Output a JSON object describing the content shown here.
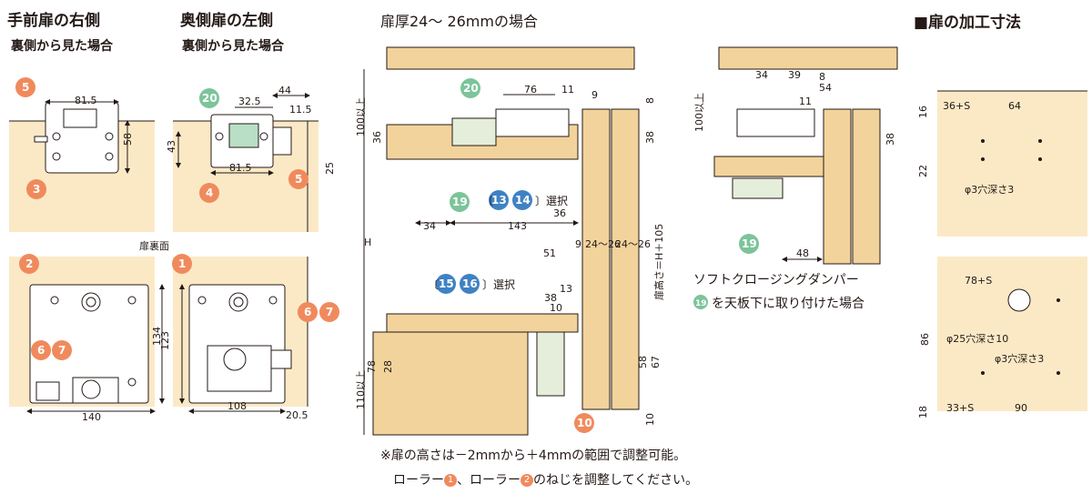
{
  "headings": {
    "front_right": "手前扉の右側",
    "front_right_sub": "裏側から見た場合",
    "back_left": "奥側扉の左側",
    "back_left_sub": "裏側から見た場合",
    "thickness": "扉厚24～ 26mmの場合",
    "processing": "■扉の加工寸法"
  },
  "labels": {
    "door_back": "扉裏面",
    "select_13_14": "選択",
    "select_15_16": "選択",
    "soft_close_1": "ソフトクロージングダンパー",
    "soft_close_2": "を天板下に取り付けた場合",
    "hole_3": "φ3穴深さ3",
    "hole_25": "φ25穴深さ10",
    "hole_3b": "φ3穴深さ3",
    "door_height": "扉高さ＝H＋105",
    "h_label": "H",
    "over_100a": "100以上",
    "over_100b": "100以上",
    "over_110": "110以上",
    "bracket_open": "〔",
    "bracket_close": "〕"
  },
  "notes": {
    "line1": "※扉の高さは－2mmから＋4mmの範囲で調整可能。",
    "line2a": "ローラー",
    "line2b": "、ローラー",
    "line2c": "のねじを調整してください。"
  },
  "badges": {
    "b1": "1",
    "b2": "2",
    "b3": "3",
    "b4": "4",
    "b5a": "5",
    "b5b": "5",
    "b6a": "6",
    "b7a": "7",
    "b6b": "6",
    "b7b": "7",
    "b10": "10",
    "b13": "13",
    "b14": "14",
    "b15": "15",
    "b16": "16",
    "b19a": "19",
    "b19b": "19",
    "b19c": "19",
    "b20a": "20",
    "b20b": "20"
  },
  "colors": {
    "wood": "#fbe9c6",
    "board": "#f2d39c",
    "orange": "#f08a5d",
    "green": "#7cc49a",
    "blue": "#3f82c4",
    "line": "#231815"
  },
  "dims": {
    "d81_5a": "81.5",
    "d58": "58",
    "d32_5": "32.5",
    "d44": "44",
    "d11_5": "11.5",
    "d43": "43",
    "d81_5b": "81.5",
    "d25": "25",
    "d134": "134",
    "d123": "123",
    "d140": "140",
    "d108": "108",
    "d20_5": "20.5",
    "d76": "76",
    "d11a": "11",
    "d9a": "9",
    "d8a": "8",
    "d36a": "36",
    "d38a": "38",
    "d34a": "34",
    "d143": "143",
    "d36b": "36",
    "d51": "51",
    "d9b": "9",
    "d24_26a": "24～26",
    "d24_26b": "24～26",
    "d38b": "38",
    "d13": "13",
    "d10a": "10",
    "d78": "78",
    "d28": "28",
    "d58b": "58",
    "d67": "67",
    "d10b": "10",
    "d34b": "34",
    "d39": "39",
    "d54": "54",
    "d8b": "8",
    "d11b": "11",
    "d38c": "38",
    "d48": "48",
    "d36S": "36+S",
    "d64": "64",
    "d16": "16",
    "d22": "22",
    "d78S": "78+S",
    "d86": "86",
    "d18": "18",
    "d33S": "33+S",
    "d90": "90"
  }
}
